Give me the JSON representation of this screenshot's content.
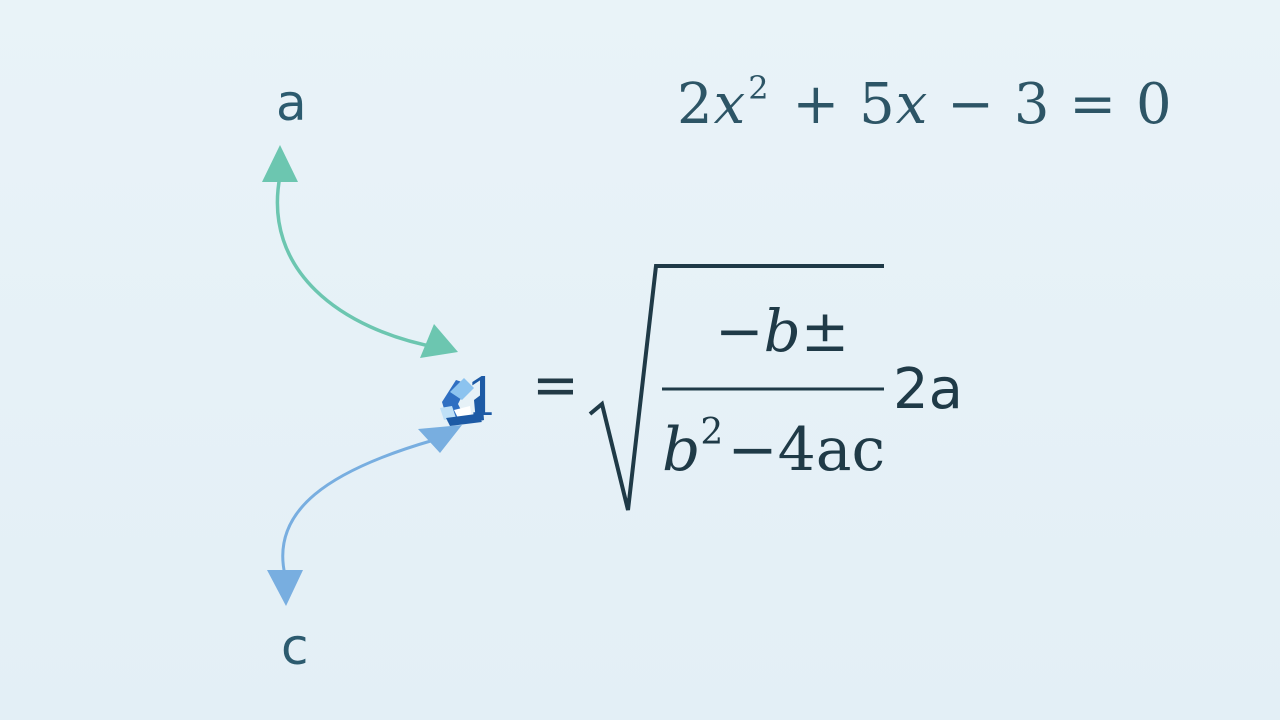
{
  "variables": {
    "a_label": "a",
    "c_label": "c"
  },
  "equation": {
    "coef_2": "2",
    "var_x": "x",
    "exp_2": "2",
    "plus_5": " + 5",
    "var_x2": "x",
    "minus_3_eq_0": " − 3 = 0"
  },
  "formula": {
    "left": "1",
    "equals": "=",
    "numerator": "−b±",
    "denominator_b": "b",
    "denominator_exp": "2",
    "denominator_rest": "−4ac",
    "trailing": "2a"
  },
  "colors": {
    "background": "#e6f1f7",
    "arrow_teal": "#6cc6b0",
    "arrow_blue": "#78aee0",
    "text_dark": "#1f3a47",
    "label_text": "#2c5b6f",
    "x1_blue": "#1d5aa5"
  }
}
